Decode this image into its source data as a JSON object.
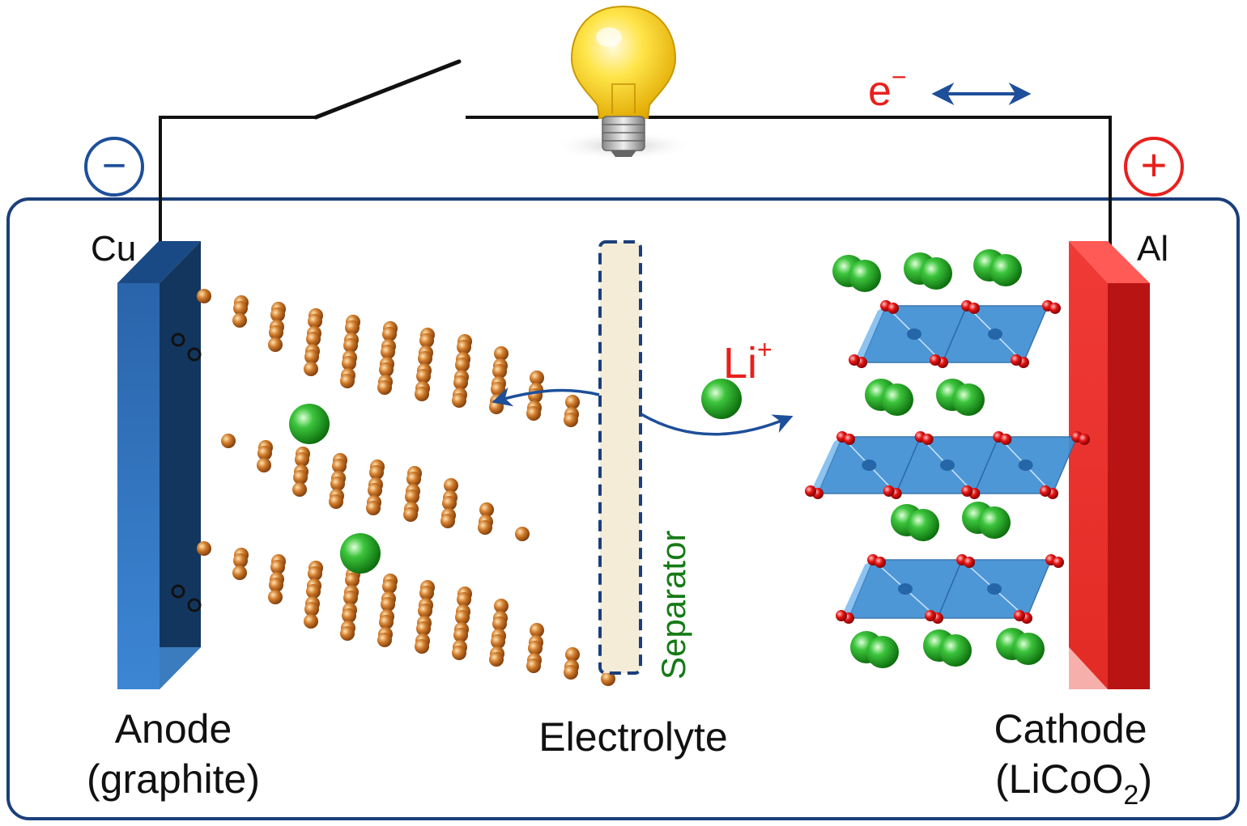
{
  "labels": {
    "electron": "e",
    "electron_sup": "−",
    "minus_sign": "−",
    "plus_sign": "+",
    "cu": "Cu",
    "al": "Al",
    "li_ion": "Li",
    "li_ion_sup": "+",
    "separator": "Separator",
    "anode": "Anode",
    "anode_material": "(graphite)",
    "electrolyte": "Electrolyte",
    "cathode": "Cathode",
    "cathode_material_prefix": "(LiCoO",
    "cathode_material_sub": "2",
    "cathode_material_suffix": ")"
  },
  "icons": {
    "bulb": "light-bulb-icon",
    "switch": "open-switch-icon",
    "double_arrow": "double-arrow-icon",
    "negative_terminal": "minus-circle-icon",
    "positive_terminal": "plus-circle-icon"
  },
  "colors": {
    "frame": "#1c3f7a",
    "wire": "#111111",
    "electron_text": "#e8201c",
    "arrow": "#1d4f9a",
    "negative": "#1d4f9a",
    "positive": "#e8201c",
    "anode_plate": "#2f6db4",
    "anode_plate_dark": "#12325e",
    "cathode_plate": "#e8231f",
    "cathode_plate_dark": "#b51313",
    "carbon": "#c9722a",
    "carbon_bond": "#8b4513",
    "lithium": "#1ea51e",
    "oxygen": "#e01010",
    "cobalt_octahedra": "#3f8fd3",
    "separator_fill": "#f4ecd6",
    "separator_border": "#1c3f7a",
    "separator_text": "#157a15",
    "bulb_glass": "#f5d000"
  }
}
